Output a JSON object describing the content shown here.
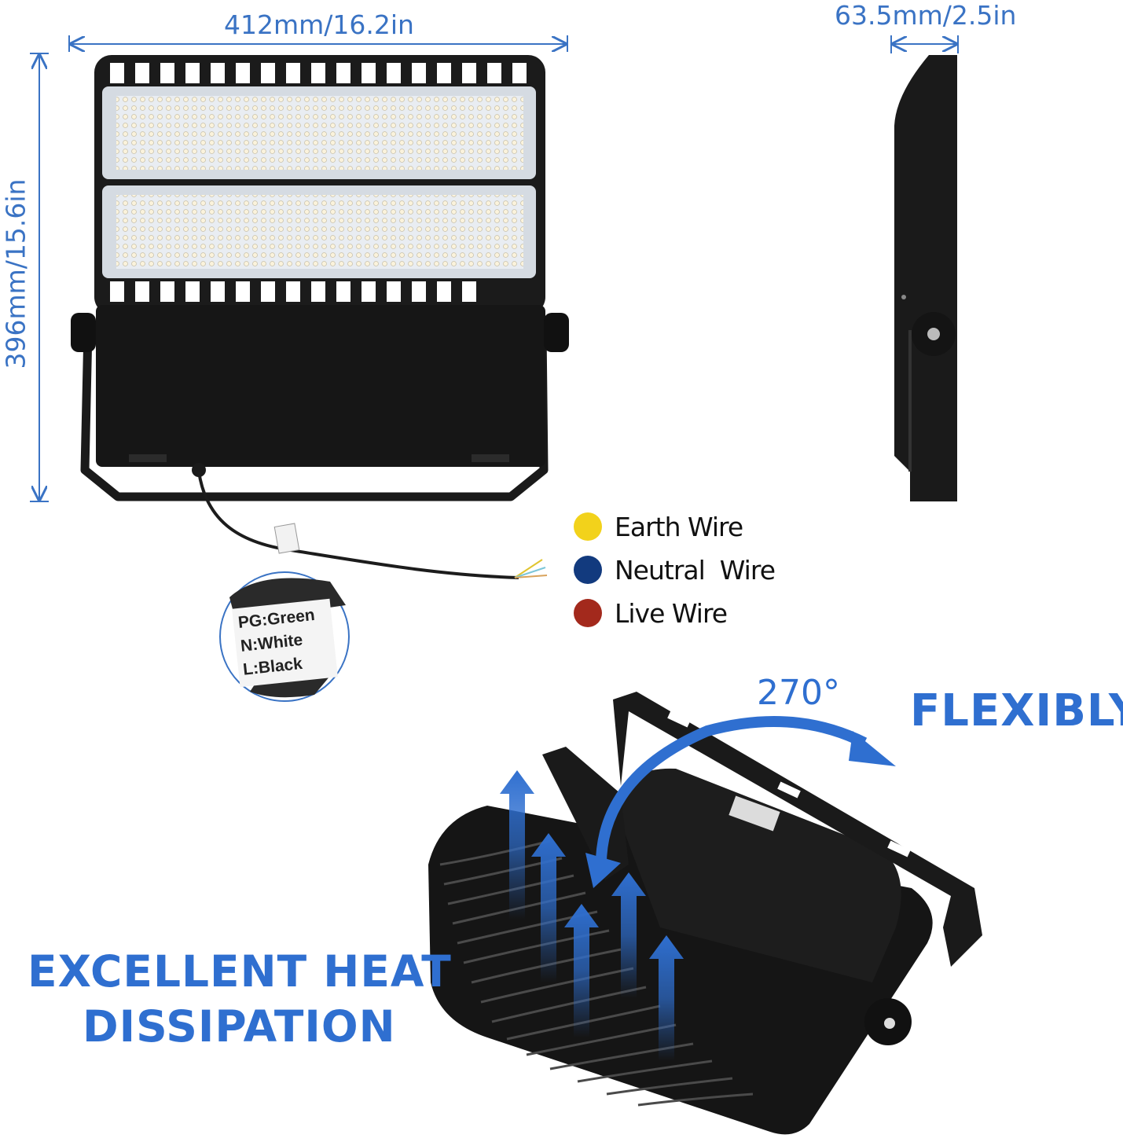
{
  "dimensions": {
    "width_label": "412mm/16.2in",
    "height_label": "396mm/15.6in",
    "depth_label": "63.5mm/2.5in"
  },
  "wire_label": {
    "lines": [
      "PG:Green",
      "N:White",
      "L:Black"
    ]
  },
  "legend": [
    {
      "label": "Earth Wire",
      "color": "#f2d21b"
    },
    {
      "label": "Neutral  Wire",
      "color": "#123a7e"
    },
    {
      "label": "Live Wire",
      "color": "#a3291c"
    }
  ],
  "rotation": {
    "angle_label": "270°",
    "caption": "FLEXIBLY"
  },
  "heat": {
    "caption_line1": "EXCELLENT HEAT",
    "caption_line2": "DISSIPATION"
  },
  "colors": {
    "accent_blue": "#2f6fd0",
    "dimension_blue": "#3a73c4",
    "fixture_black": "#1a1a1a"
  }
}
